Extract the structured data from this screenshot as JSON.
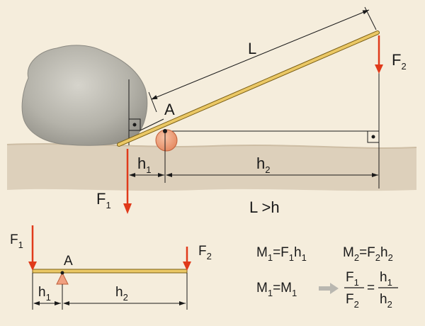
{
  "colors": {
    "background": "#f5eddc",
    "ground": "#ddd0bb",
    "lever": "#e8c35a",
    "force_arrow": "#e03a1a",
    "fulcrum_ball": "#f0a080",
    "rock": "#b8b6ad"
  },
  "top_diagram": {
    "label_L": "L",
    "label_A": "A",
    "label_F1": "F",
    "label_F1_sub": "1",
    "label_F2": "F",
    "label_F2_sub": "2",
    "label_h1": "h",
    "label_h1_sub": "1",
    "label_h2": "h",
    "label_h2_sub": "2",
    "condition": "L >h"
  },
  "bottom_diagram": {
    "label_F1": "F",
    "label_F1_sub": "1",
    "label_F2": "F",
    "label_F2_sub": "2",
    "label_A": "A",
    "label_h1": "h",
    "label_h1_sub": "1",
    "label_h2": "h",
    "label_h2_sub": "2"
  },
  "formulas": {
    "m1_def": {
      "lhs": "M",
      "lhs_sub": "1",
      "eq": "=F",
      "eq_sub": "1",
      "rhs": "h",
      "rhs_sub": "1"
    },
    "m2_def": {
      "lhs": "M",
      "lhs_sub": "2",
      "eq": "=F",
      "eq_sub": "2",
      "rhs": "h",
      "rhs_sub": "2"
    },
    "balance": {
      "lhs": "M",
      "lhs_sub": "1",
      "eq": "=M",
      "eq_sub": "1"
    },
    "ratio": {
      "num_left": "F",
      "num_left_sub": "1",
      "den_left": "F",
      "den_left_sub": "2",
      "equals": "=",
      "num_right": "h",
      "num_right_sub": "1",
      "den_right": "h",
      "den_right_sub": "2"
    }
  }
}
